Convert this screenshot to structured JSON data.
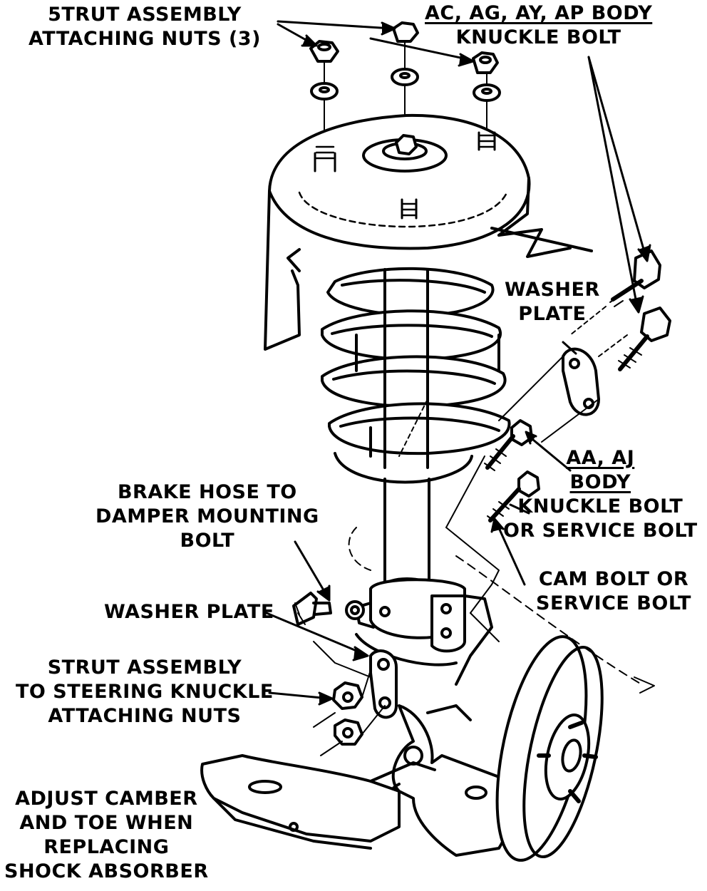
{
  "labels": {
    "strut_nuts_top": [
      "5TRUT ASSEMBLY",
      "ATTACHING NUTS (3)"
    ],
    "ac_body_bolt": [
      "AC, AG, AY, AP BODY",
      "KNUCKLE BOLT"
    ],
    "washer_plate_upper": [
      "WASHER",
      "PLATE"
    ],
    "aa_aj_bolt": [
      "AA, AJ",
      "BODY",
      "KNUCKLE BOLT",
      "OR SERVICE BOLT"
    ],
    "brake_hose": [
      "BRAKE HOSE TO",
      "DAMPER MOUNTING",
      "BOLT"
    ],
    "cam_bolt": [
      "CAM BOLT OR",
      "SERVICE BOLT"
    ],
    "washer_plate_lower": "WASHER PLATE",
    "strut_knuckle_nuts": [
      "STRUT ASSEMBLY",
      "TO STEERING KNUCKLE",
      "ATTACHING NUTS"
    ],
    "adjust_camber": [
      "ADJUST CAMBER",
      "AND TOE WHEN",
      "REPLACING",
      "SHOCK ABSORBER"
    ]
  },
  "colors": {
    "ink": "#000000",
    "paper": "#ffffff"
  }
}
